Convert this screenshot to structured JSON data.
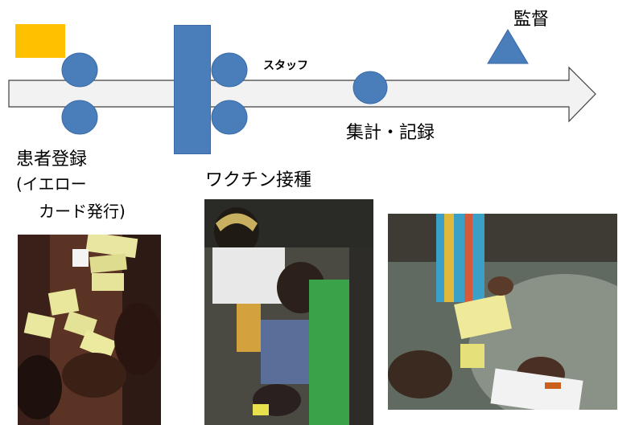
{
  "labels": {
    "supervisor": "監督",
    "staff": "スタッフ",
    "tally": "集計・記録",
    "registration": "患者登録",
    "yellow_card_line1": "(イエロー",
    "yellow_card_line2": "カード発行)",
    "vaccination": "ワクチン接種"
  },
  "colors": {
    "circle": "#4a7ebb",
    "circle_border": "#3a6aa8",
    "square": "#ffc000",
    "arrow_fill": "#f2f2f2",
    "arrow_stroke": "#404040"
  },
  "photos": [
    {
      "name": "registration-photo"
    },
    {
      "name": "vaccination-photo"
    },
    {
      "name": "tally-photo"
    }
  ]
}
